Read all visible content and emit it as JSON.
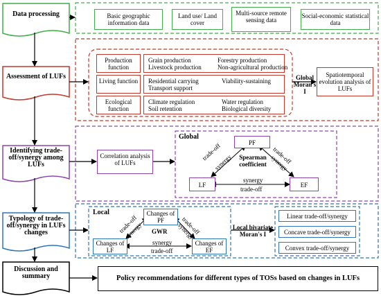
{
  "stages": {
    "data_processing": "Data processing",
    "assessment": "Assessment of LUFs",
    "identifying": "Identifying trade-off/synergy among LUFs",
    "typology": "Typology of trade-off/synergy in LUFs changes",
    "discussion": "Discussion and summary"
  },
  "data_sources": [
    "Basic geographic information data",
    "Land use/ Land cover",
    "Multi-source remote sensing data",
    "Social-economic statistical data"
  ],
  "functions": {
    "production": {
      "label": "Production function",
      "items": [
        "Grain production",
        "Forestry production",
        "Livestock production",
        "Non-agricultural production"
      ]
    },
    "living": {
      "label": "Living function",
      "items": [
        "Residential carrying",
        "Viability-sustaining",
        "Transport support"
      ]
    },
    "ecological": {
      "label": "Ecological function",
      "items": [
        "Climate regulation",
        "Water regulation",
        "Soil retention",
        "Biological diversity"
      ]
    }
  },
  "global_morans": "Global Moran's I",
  "spatiotemporal": "Spatiotemporal evolution analysis of LUFs",
  "correlation": "Correlation analysis of LUFs",
  "global_panel": {
    "title": "Global",
    "pf": "PF",
    "lf": "LF",
    "ef": "EF",
    "spearman": "Spearman coefficient",
    "tradeoff": "trade-off",
    "synergy": "synergy"
  },
  "local_panel": {
    "title": "Local",
    "changes_pf": "Changes of PF",
    "changes_lf": "Changes of LF",
    "changes_ef": "Changes of EF",
    "gwr": "GWR",
    "tradeoff": "trade-off",
    "synergy": "synergy"
  },
  "local_bivariate": "Local bivariate Moran's I",
  "tradeoff_types": [
    "Linear trade-off/synergy",
    "Concave trade-off/synergy",
    "Convex trade-off/synergy"
  ],
  "policy": "Policy recommendations for different types of TOSs based on changes in LUFs",
  "colors": {
    "green": "#3fae49",
    "red": "#c0392b",
    "purple": "#8e44ad",
    "blue": "#2e75b6",
    "black": "#000000"
  }
}
